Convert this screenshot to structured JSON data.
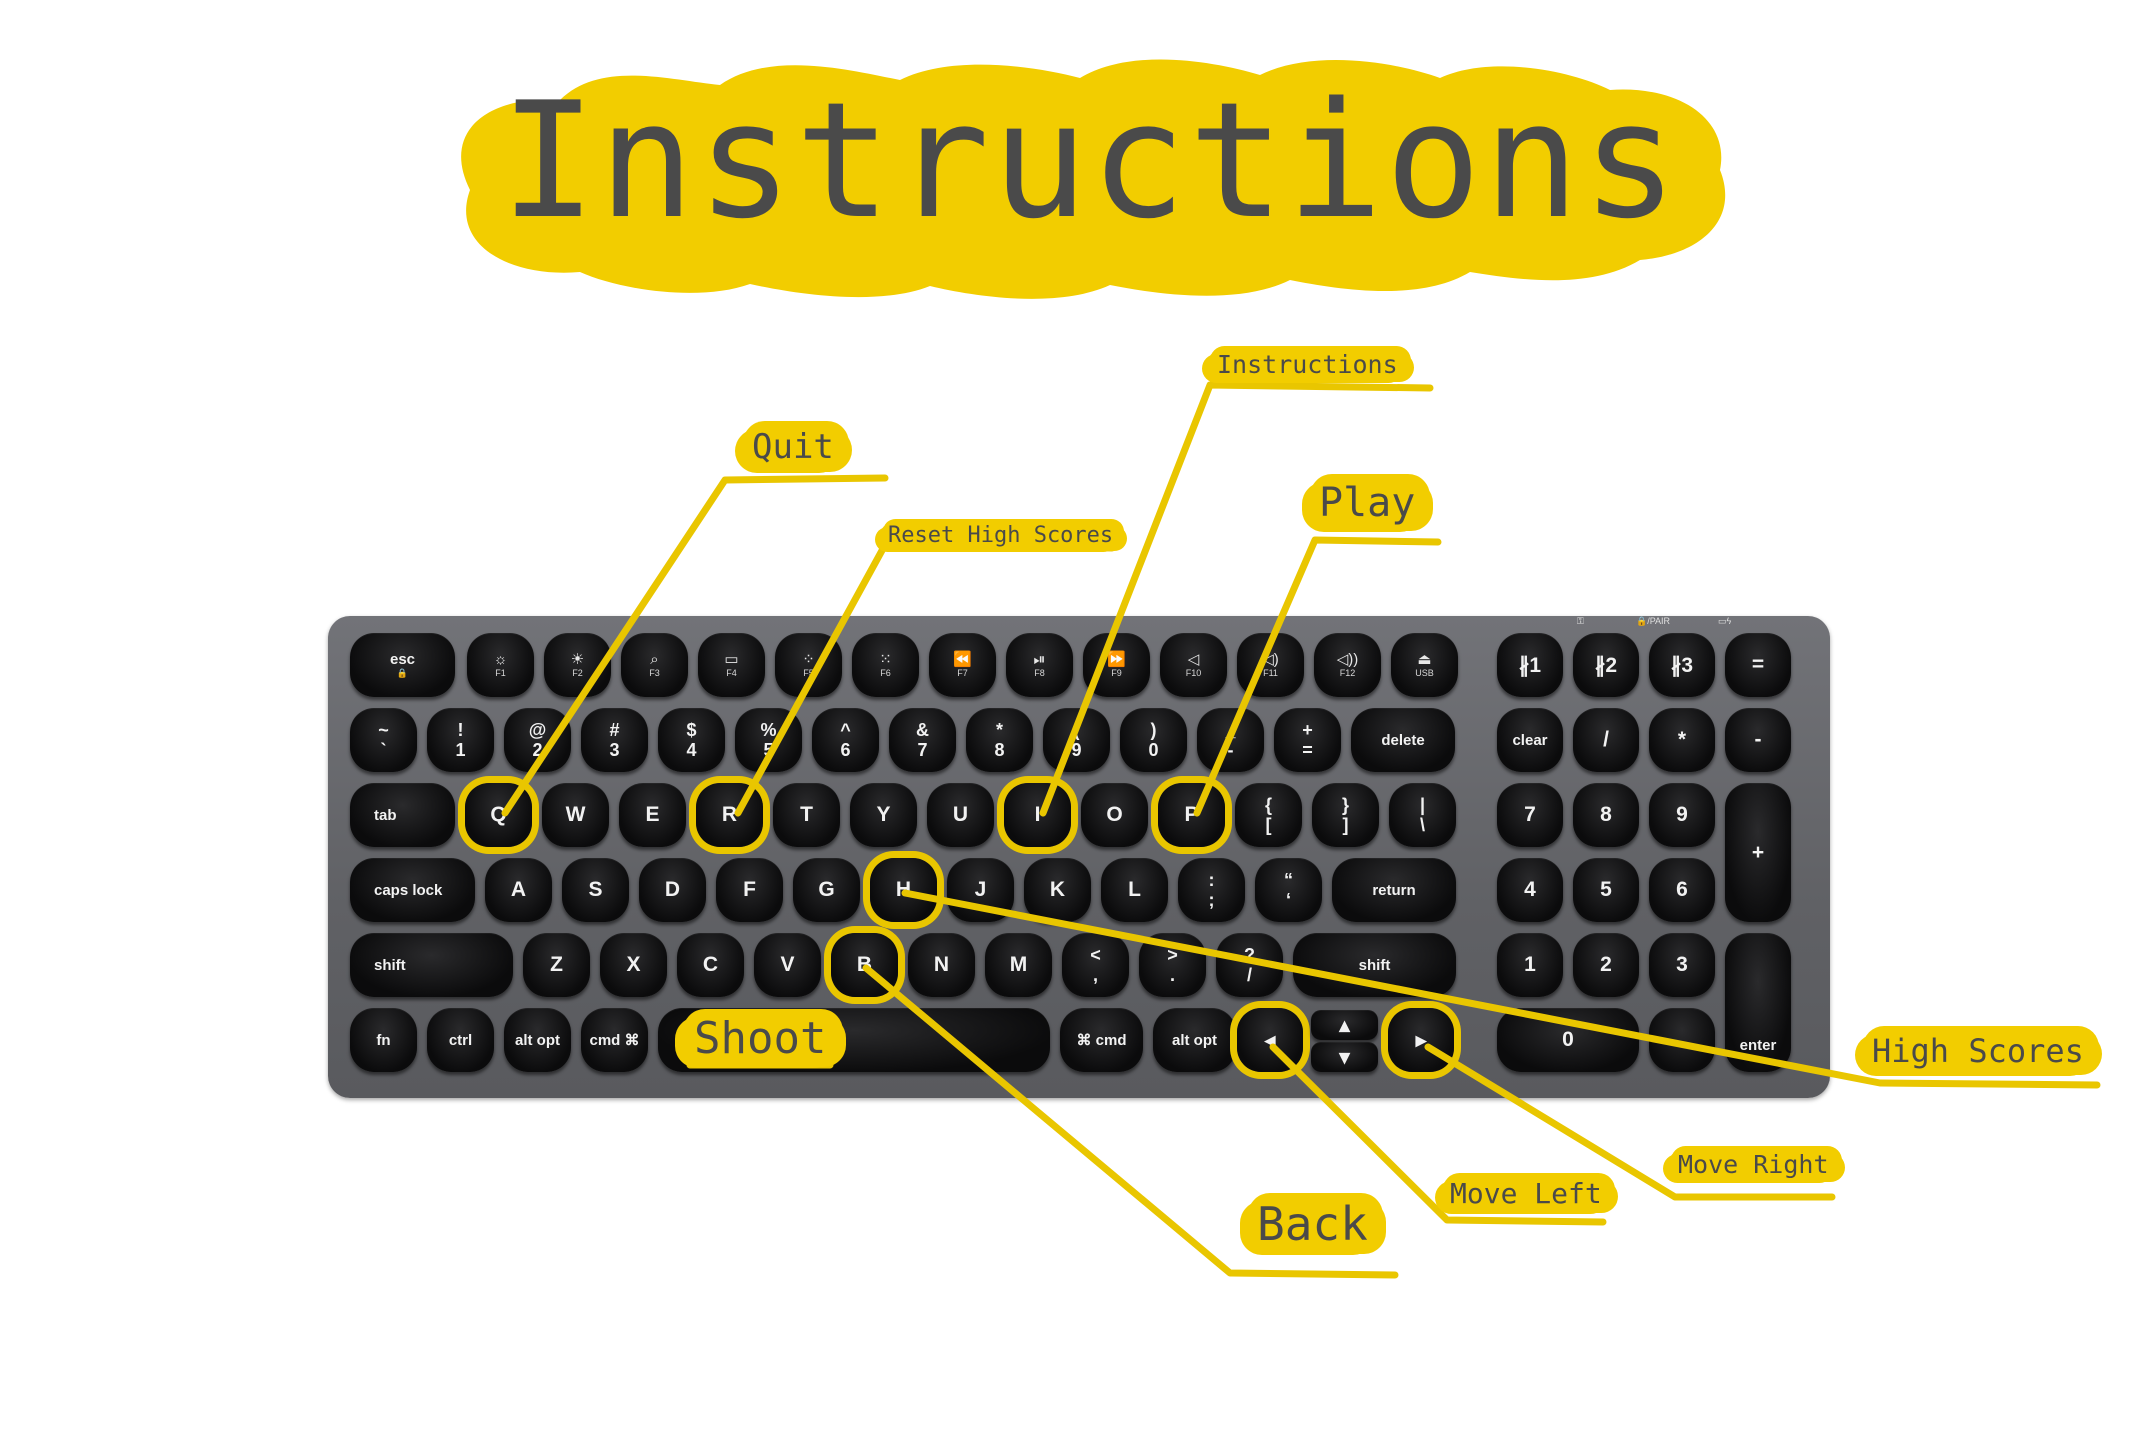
{
  "title": "Instructions",
  "accent_color": "#f2cd00",
  "line_color": "#e9c600",
  "text_color": "#4a4a4a",
  "labels": {
    "quit": "Quit",
    "reset": "Reset High Scores",
    "instructions": "Instructions",
    "play": "Play",
    "high_scores": "High Scores",
    "shoot": "Shoot",
    "back": "Back",
    "move_left": "Move Left",
    "move_right": "Move Right"
  },
  "indicators": [
    "⚿",
    "🔒/PAIR",
    "▭ϟ"
  ],
  "keyboard": {
    "rows": [
      [
        {
          "id": "esc",
          "main": "esc",
          "sub": "🔒"
        },
        {
          "id": "f1",
          "icon": "☼",
          "sub": "F1"
        },
        {
          "id": "f2",
          "icon": "☀",
          "sub": "F2"
        },
        {
          "id": "f3",
          "icon": "⌕",
          "sub": "F3"
        },
        {
          "id": "f4",
          "icon": "▭",
          "sub": "F4"
        },
        {
          "id": "f5",
          "icon": "⁘",
          "sub": "F5"
        },
        {
          "id": "f6",
          "icon": "⁙",
          "sub": "F6"
        },
        {
          "id": "f7",
          "icon": "⏪",
          "sub": "F7"
        },
        {
          "id": "f8",
          "icon": "⏯",
          "sub": "F8"
        },
        {
          "id": "f9",
          "icon": "⏩",
          "sub": "F9"
        },
        {
          "id": "f10",
          "icon": "◁",
          "sub": "F10"
        },
        {
          "id": "f11",
          "icon": "◁)",
          "sub": "F11"
        },
        {
          "id": "f12",
          "icon": "◁))",
          "sub": "F12"
        },
        {
          "id": "eject",
          "icon": "⏏",
          "sub": "USB"
        }
      ],
      [
        {
          "id": "tilde",
          "top": "~",
          "bot": "`"
        },
        {
          "id": "k1",
          "top": "!",
          "bot": "1"
        },
        {
          "id": "k2",
          "top": "@",
          "bot": "2"
        },
        {
          "id": "k3",
          "top": "#",
          "bot": "3"
        },
        {
          "id": "k4",
          "top": "$",
          "bot": "4"
        },
        {
          "id": "k5",
          "top": "%",
          "bot": "5"
        },
        {
          "id": "k6",
          "top": "^",
          "bot": "6"
        },
        {
          "id": "k7",
          "top": "&",
          "bot": "7"
        },
        {
          "id": "k8",
          "top": "*",
          "bot": "8"
        },
        {
          "id": "k9",
          "top": "(",
          "bot": "9"
        },
        {
          "id": "k0",
          "top": ")",
          "bot": "0"
        },
        {
          "id": "minus",
          "top": "_",
          "bot": "-"
        },
        {
          "id": "equals",
          "top": "+",
          "bot": "="
        },
        {
          "id": "delete",
          "main": "delete"
        }
      ],
      [
        {
          "id": "tab",
          "main": "tab"
        },
        {
          "id": "q",
          "main": "Q"
        },
        {
          "id": "w",
          "main": "W"
        },
        {
          "id": "e",
          "main": "E"
        },
        {
          "id": "r",
          "main": "R"
        },
        {
          "id": "t",
          "main": "T"
        },
        {
          "id": "y",
          "main": "Y"
        },
        {
          "id": "u",
          "main": "U"
        },
        {
          "id": "i",
          "main": "I"
        },
        {
          "id": "o",
          "main": "O"
        },
        {
          "id": "p",
          "main": "P"
        },
        {
          "id": "lbrace",
          "top": "{",
          "bot": "["
        },
        {
          "id": "rbrace",
          "top": "}",
          "bot": "]"
        },
        {
          "id": "pipe",
          "top": "|",
          "bot": "\\"
        }
      ],
      [
        {
          "id": "caps",
          "main": "caps lock"
        },
        {
          "id": "a",
          "main": "A"
        },
        {
          "id": "s",
          "main": "S"
        },
        {
          "id": "d",
          "main": "D"
        },
        {
          "id": "f",
          "main": "F"
        },
        {
          "id": "g",
          "main": "G"
        },
        {
          "id": "h",
          "main": "H"
        },
        {
          "id": "j",
          "main": "J"
        },
        {
          "id": "k",
          "main": "K"
        },
        {
          "id": "l",
          "main": "L"
        },
        {
          "id": "semi",
          "top": ":",
          "bot": ";"
        },
        {
          "id": "quote",
          "top": "“",
          "bot": "‘"
        },
        {
          "id": "return",
          "main": "return"
        }
      ],
      [
        {
          "id": "lshift",
          "main": "shift"
        },
        {
          "id": "z",
          "main": "Z"
        },
        {
          "id": "x",
          "main": "X"
        },
        {
          "id": "c",
          "main": "C"
        },
        {
          "id": "v",
          "main": "V"
        },
        {
          "id": "b",
          "main": "B"
        },
        {
          "id": "n",
          "main": "N"
        },
        {
          "id": "m",
          "main": "M"
        },
        {
          "id": "comma",
          "top": "<",
          "bot": ","
        },
        {
          "id": "period",
          "top": ">",
          "bot": "."
        },
        {
          "id": "slash",
          "top": "?",
          "bot": "/"
        },
        {
          "id": "rshift",
          "main": "shift"
        }
      ],
      [
        {
          "id": "fn",
          "main": "fn"
        },
        {
          "id": "ctrl",
          "main": "ctrl"
        },
        {
          "id": "lalt",
          "main": "alt opt"
        },
        {
          "id": "lcmd",
          "main": "cmd ⌘"
        },
        {
          "id": "space",
          "main": ""
        },
        {
          "id": "rcmd",
          "main": "⌘ cmd"
        },
        {
          "id": "ralt",
          "main": "alt opt"
        },
        {
          "id": "left",
          "main": "◂"
        },
        {
          "id": "up",
          "main": "▴"
        },
        {
          "id": "down",
          "main": "▾"
        },
        {
          "id": "right",
          "main": "▸"
        }
      ]
    ],
    "numpad": [
      {
        "id": "bt1",
        "main": "∦1"
      },
      {
        "id": "bt2",
        "main": "∦2"
      },
      {
        "id": "bt3",
        "main": "∦3"
      },
      {
        "id": "npeq",
        "main": "="
      },
      {
        "id": "clear",
        "main": "clear"
      },
      {
        "id": "npdiv",
        "main": "/"
      },
      {
        "id": "npmul",
        "main": "*"
      },
      {
        "id": "npminus",
        "main": "-"
      },
      {
        "id": "n7",
        "main": "7"
      },
      {
        "id": "n8",
        "main": "8"
      },
      {
        "id": "n9",
        "main": "9"
      },
      {
        "id": "npplus",
        "main": "+"
      },
      {
        "id": "n4",
        "main": "4"
      },
      {
        "id": "n5",
        "main": "5"
      },
      {
        "id": "n6",
        "main": "6"
      },
      {
        "id": "n1",
        "main": "1"
      },
      {
        "id": "n2",
        "main": "2"
      },
      {
        "id": "n3",
        "main": "3"
      },
      {
        "id": "enter",
        "main": "enter"
      },
      {
        "id": "n0",
        "main": "0"
      },
      {
        "id": "npdot",
        "main": ""
      }
    ]
  }
}
